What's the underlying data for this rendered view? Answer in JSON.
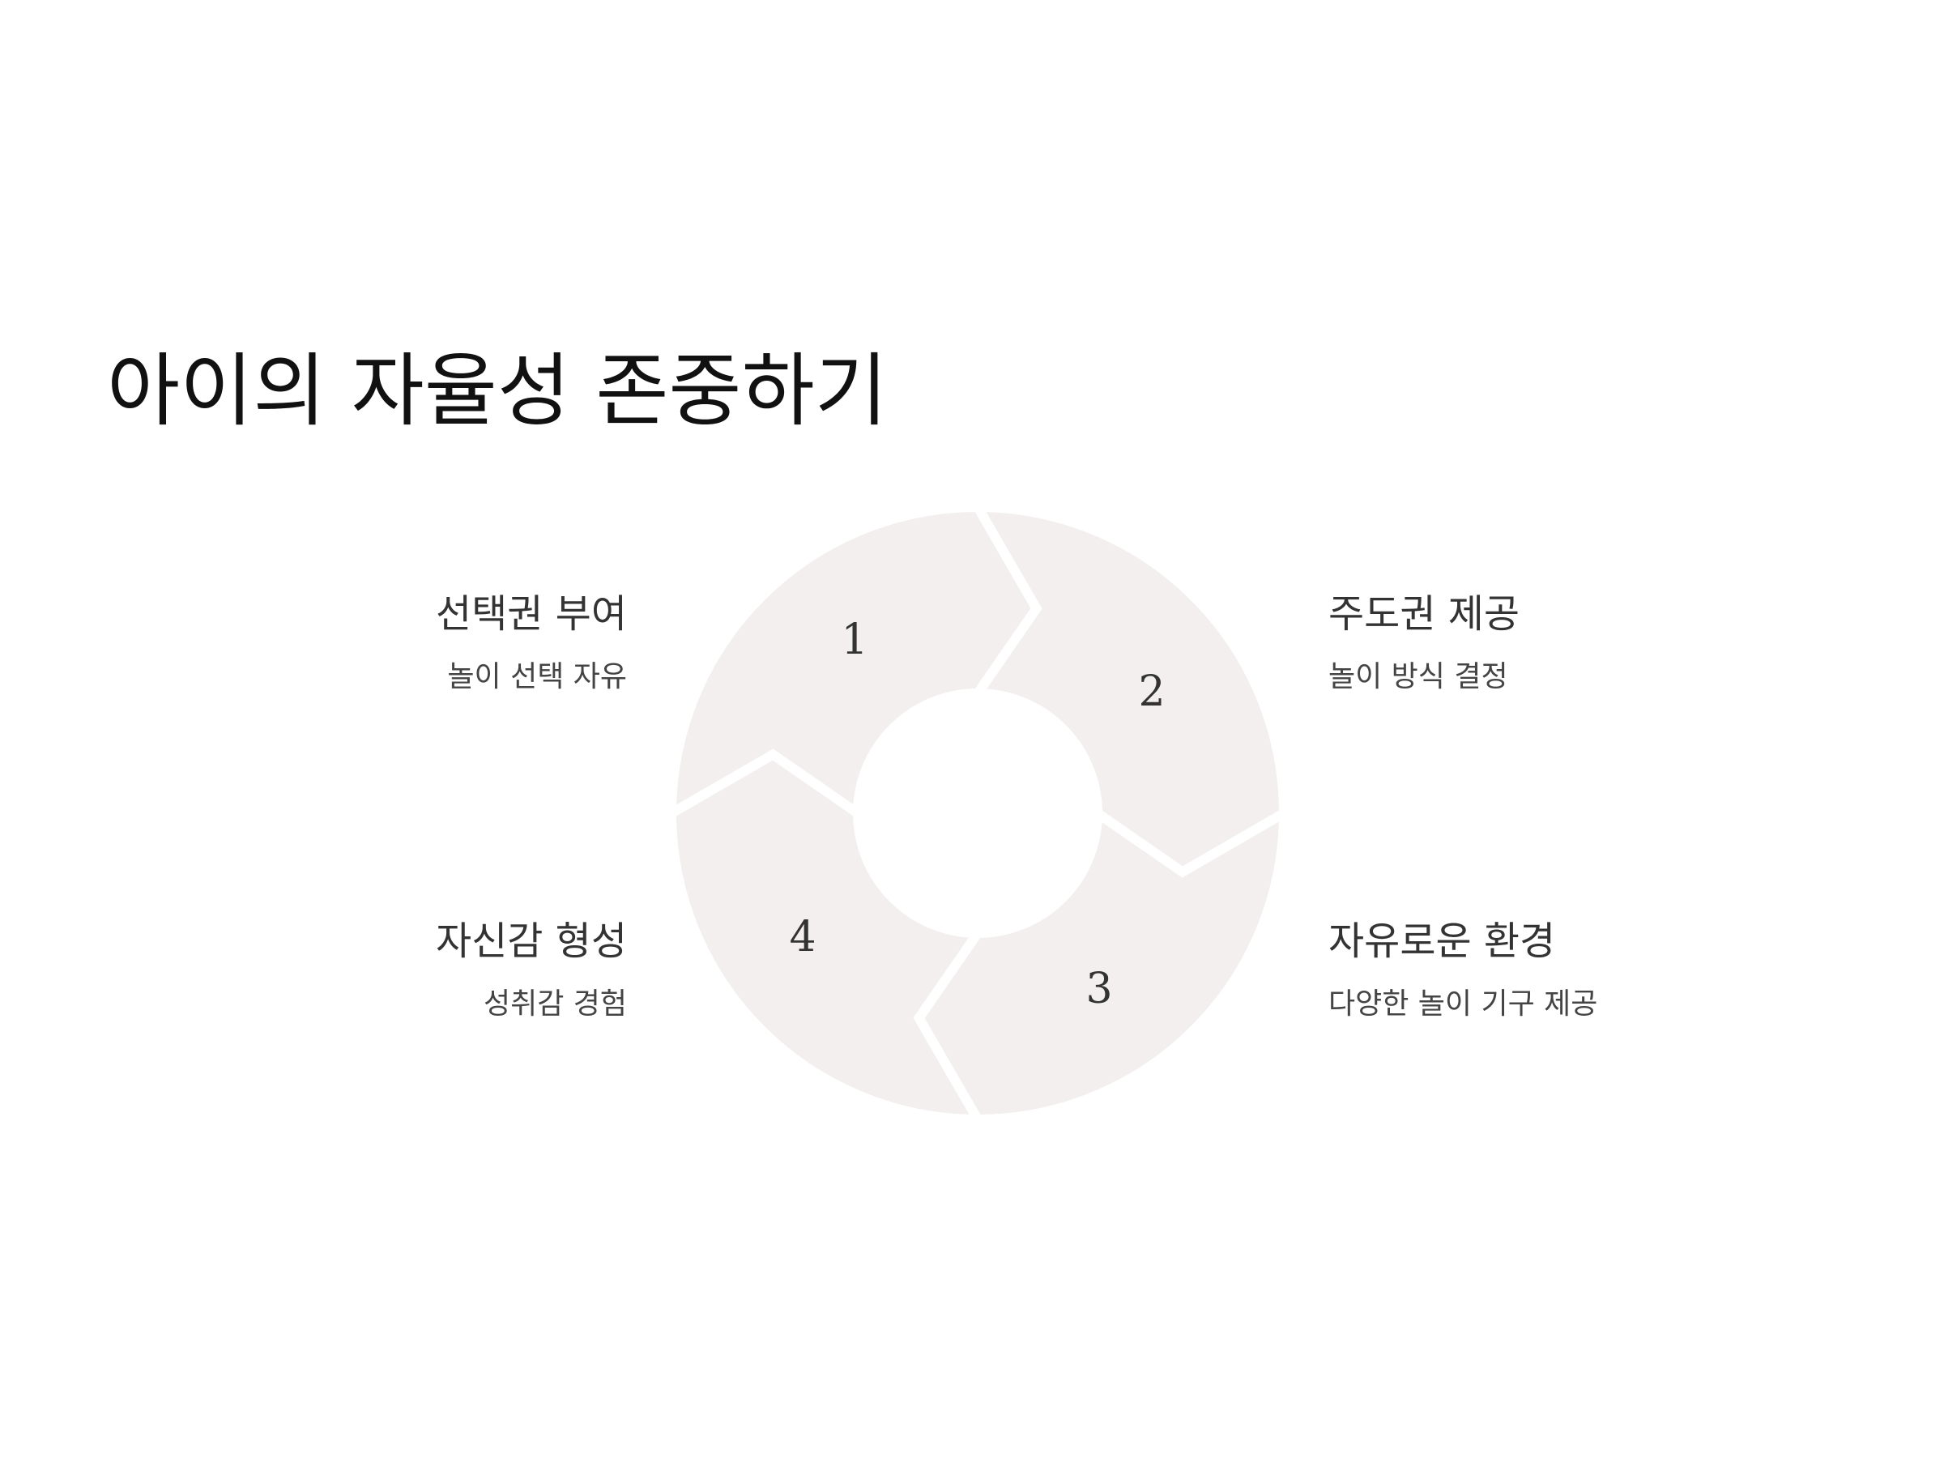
{
  "title": "아이의 자율성 존중하기",
  "colors": {
    "segment_fill": "#f2efee",
    "separator": "#ffffff",
    "text_dark": "#333333",
    "title": "#111111"
  },
  "steps": [
    {
      "number": "1",
      "heading": "선택권 부여",
      "description": "놀이 선택 자유"
    },
    {
      "number": "2",
      "heading": "주도권 제공",
      "description": "놀이 방식 결정"
    },
    {
      "number": "3",
      "heading": "자유로운 환경",
      "description": "다양한 놀이 기구 제공"
    },
    {
      "number": "4",
      "heading": "자신감 형성",
      "description": "성취감 경험"
    }
  ]
}
